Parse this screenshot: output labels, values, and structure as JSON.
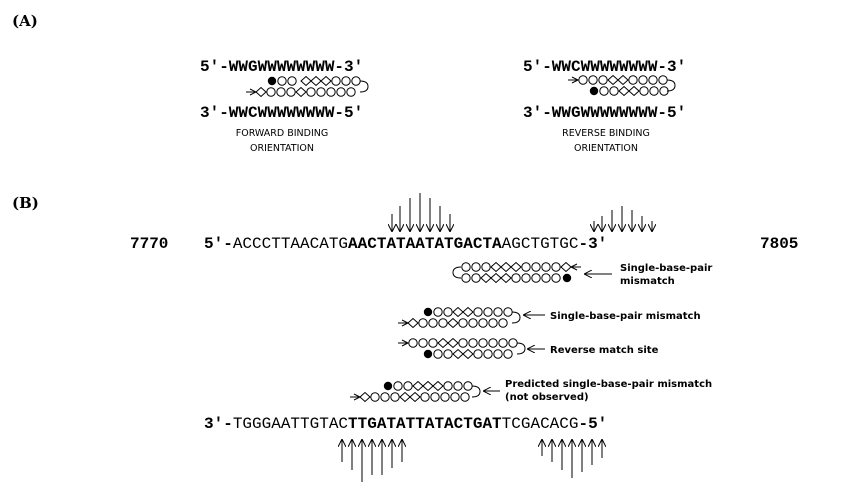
{
  "panel_a": {
    "label": "(A)",
    "forward": {
      "top_strand": "5′-WWGWWWWWWWW-3′",
      "bottom_strand": "3′-WWCWWWWWWWW-5′",
      "caption_line1": "FORWARD BINDING",
      "caption_line2": "ORIENTATION"
    },
    "reverse": {
      "top_strand": "5′-WWCWWWWWWWW-3′",
      "bottom_strand": "3′-WWGWWWWWWWW-5′",
      "caption_line1": "REVERSE BINDING",
      "caption_line2": "ORIENTATION"
    }
  },
  "panel_b": {
    "label": "(B)",
    "top_strand": {
      "position_left": "7770",
      "prefix": "5′-",
      "seq_plain_1": "ACCCTTAACATG",
      "seq_bold": "AACTATAATATGACTA",
      "seq_plain_2": "AGCTGTGC",
      "suffix": "-3′",
      "position_right": "7805"
    },
    "bottom_strand": {
      "prefix": "3′-",
      "seq_plain_1": "TGGGAATTGTAC",
      "seq_bold": "TTGATATTATACTGAT",
      "seq_plain_2": "TCGACACG",
      "suffix": "-5′"
    },
    "annotations": {
      "top_mismatch_line1": "Single-base-pair",
      "top_mismatch_line2": "mismatch",
      "middle_mismatch": "Single-base-pair mismatch",
      "reverse_match": "Reverse match site",
      "predicted_line1": "Predicted single-base-pair mismatch",
      "predicted_line2": "(not observed)"
    }
  }
}
